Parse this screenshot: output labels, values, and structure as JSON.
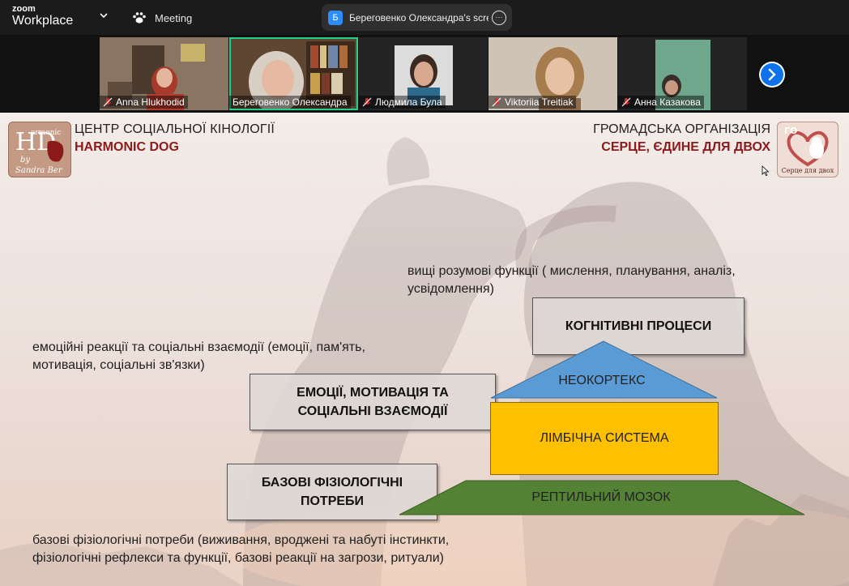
{
  "topbar": {
    "brand_small": "zoom",
    "brand_large": "Workplace",
    "meeting_label": "Meeting",
    "share_badge": "Б",
    "share_title": "Береговенко Олександра's scre",
    "share_more": "···"
  },
  "participants": [
    {
      "name": "Anna Hlukhodid",
      "muted": true
    },
    {
      "name": "Береговенко Олександра",
      "muted": false,
      "active": true
    },
    {
      "name": "Людмила Була",
      "muted": true
    },
    {
      "name": "Viktoriia Treitiak",
      "muted": true
    },
    {
      "name": "Анна Казакова",
      "muted": true
    }
  ],
  "slide": {
    "left_logo": {
      "top": "armonic",
      "big": "HD",
      "sub": "og",
      "by": "by",
      "author": "Sandra Ber"
    },
    "right_logo": {
      "badge": "ГО",
      "caption": "Серце для двох"
    },
    "header_left_line1": "ЦЕНТР СОЦІАЛЬНОЇ КІНОЛОГІЇ",
    "header_left_line2": "HARMONIC DOG",
    "header_right_line1": "ГРОМАДСЬКА ОРГАНІЗАЦІЯ",
    "header_right_line2": "СЕРЦЕ, ЄДИНЕ ДЛЯ ДВОХ",
    "note_cognitive": "вищі розумові функції ( мислення, планування, аналіз, усвідомлення)",
    "note_emotion": "емоційні реакції та соціальні взаємодії (емоції, пам'ять, мотивація, соціальні зв'язки)",
    "note_basic": "базові фізіологічні потреби (виживання, вроджені та набуті інстинкти, фізіологічні рефлекси та функції, базові реакції на загрози, ритуали)",
    "box_cognitive": "КОГНІТИВНІ ПРОЦЕСИ",
    "box_emotion": "ЕМОЦІЇ, МОТИВАЦІЯ ТА СОЦІАЛЬНІ ВЗАЄМОДІЇ",
    "box_basic": "БАЗОВІ ФІЗІОЛОГІЧНІ ПОТРЕБИ",
    "layer_neocortex": "НЕОКОРТЕКС",
    "layer_limbic": "ЛІМБІЧНА СИСТЕМА",
    "layer_reptilian": "РЕПТИЛЬНИЙ МОЗОК"
  },
  "colors": {
    "neocortex": "#5b9bd5",
    "limbic": "#ffc000",
    "reptilian": "#548235",
    "accent_red": "#8b1a1a",
    "zoom_blue": "#0e72ed",
    "active_tile": "#23d18b"
  }
}
